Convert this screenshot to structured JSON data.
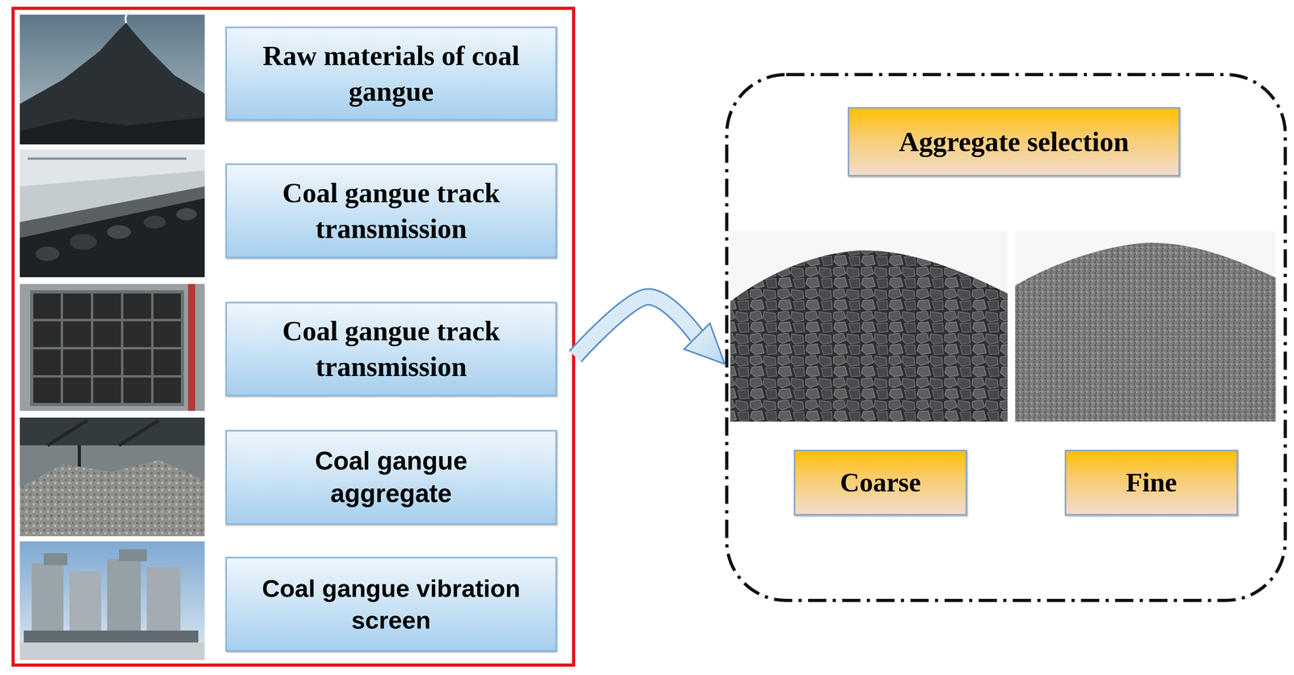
{
  "diagram": {
    "nodes": [
      {
        "text": []
      },
      {
        "text": [
          "Raw materials of coal gangue"
        ],
        "in": 0
      },
      {
        "text": [
          "Coal gangue track transmission"
        ],
        "in": 0
      },
      {
        "text": [
          "Coal gangue track transmission"
        ],
        "in": 0
      },
      {
        "text": [
          "Coal gangue aggregate"
        ],
        "in": 0
      },
      {
        "text": [
          "Coal gangue vibration screen"
        ],
        "in": 0
      },
      {
        "text": []
      },
      {
        "text": [
          "Aggregate selection"
        ],
        "in": 6
      },
      {
        "text": [
          "Coarse"
        ],
        "in": 6
      },
      {
        "text": [
          "Fine"
        ],
        "in": 6
      }
    ],
    "edges": [
      {
        "from": 0,
        "to": 6,
        "arrow": "to"
      }
    ]
  }
}
